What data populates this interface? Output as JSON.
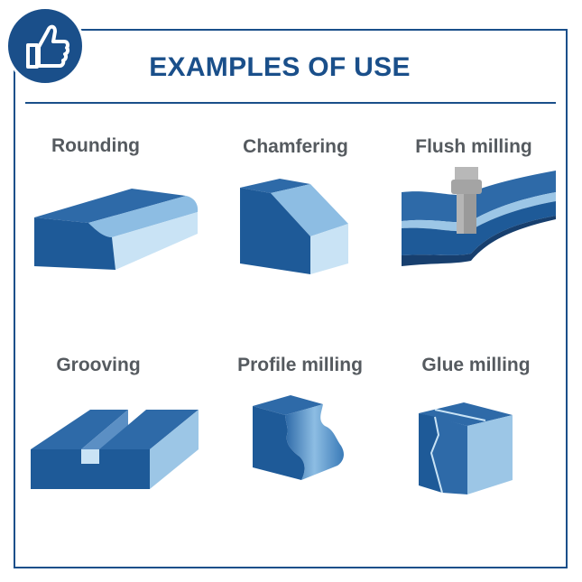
{
  "header": {
    "title": "EXAMPLES OF USE",
    "badge_icon": "thumbs-up-icon"
  },
  "examples": [
    {
      "label": "Rounding"
    },
    {
      "label": "Chamfering"
    },
    {
      "label": "Flush milling"
    },
    {
      "label": "Grooving"
    },
    {
      "label": "Profile milling"
    },
    {
      "label": "Glue milling"
    }
  ],
  "colors": {
    "primary": "#1a4f8a",
    "dark_face": "#205a96",
    "mid_face": "#3a7bb8",
    "light_face": "#9cc6e6",
    "pale_face": "#c9e3f5",
    "label_gray": "#555a5f",
    "tool_gray": "#9a9a9a"
  }
}
